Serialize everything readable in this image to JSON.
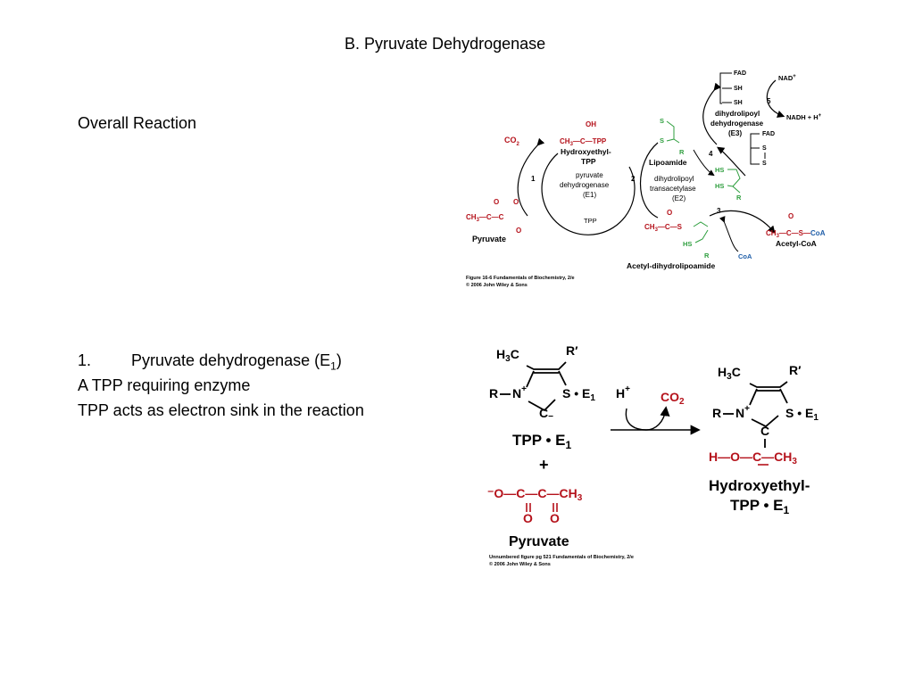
{
  "slide": {
    "title": "B.  Pyruvate Dehydrogenase",
    "overall_reaction": "Overall Reaction",
    "item_number": "1.",
    "item_label": "Pyruvate dehydrogenase (E",
    "item_sub": "1",
    "item_close": ")",
    "line2": "A TPP requiring enzyme",
    "line3": "TPP acts as electron sink in the reaction"
  },
  "figure1": {
    "co2": "CO",
    "co2_sub": "2",
    "pyruvate": "Pyruvate",
    "hydroxyethyl_tpp_1": "Hydroxyethyl-",
    "hydroxyethyl_tpp_2": "TPP",
    "e1_name_1": "pyruvate",
    "e1_name_2": "dehydrogenase",
    "e1_code": "(E1)",
    "tpp": "TPP",
    "step1": "1",
    "step2": "2",
    "step3": "3",
    "step4": "4",
    "step5": "5",
    "lipoamide": "Lipoamide",
    "e2_name_1": "dihydrolipoyl",
    "e2_name_2": "transacetylase",
    "e2_code": "(E2)",
    "e3_name_1": "dihydrolipoyl",
    "e3_name_2": "dehydrogenase",
    "e3_code": "(E3)",
    "fad": "FAD",
    "sh": "SH",
    "s": "S",
    "hs": "HS",
    "r": "R",
    "nad": "NAD",
    "nadh_h": "NADH  +  H",
    "coa": "CoA",
    "acetyl_coa": "Acetyl-CoA",
    "acetyl_dihydrolipoamide": "Acetyl-dihydrolipoamide",
    "oh": "OH",
    "o": "O",
    "o_minus": "O",
    "caption_1": "Figure 16-6  Fundamentals of Biochemistry, 2/e",
    "caption_2": "© 2006 John Wiley & Sons"
  },
  "figure2": {
    "h3c": "H",
    "r_prime": "R′",
    "r": "R",
    "n_plus": "N",
    "s_e1": "S • E",
    "c_minus": "C",
    "tpp_e1": "TPP • E",
    "plus": "+",
    "h_plus": "H",
    "co2": "CO",
    "pyruvate": "Pyruvate",
    "hydroxyethyl_1": "Hydroxyethyl-",
    "hydroxyethyl_2": "TPP • E",
    "caption_1": "Unnumbered figure pg 521  Fundamentals of Biochemistry, 2/e",
    "caption_2": "© 2006 John Wiley & Sons"
  }
}
